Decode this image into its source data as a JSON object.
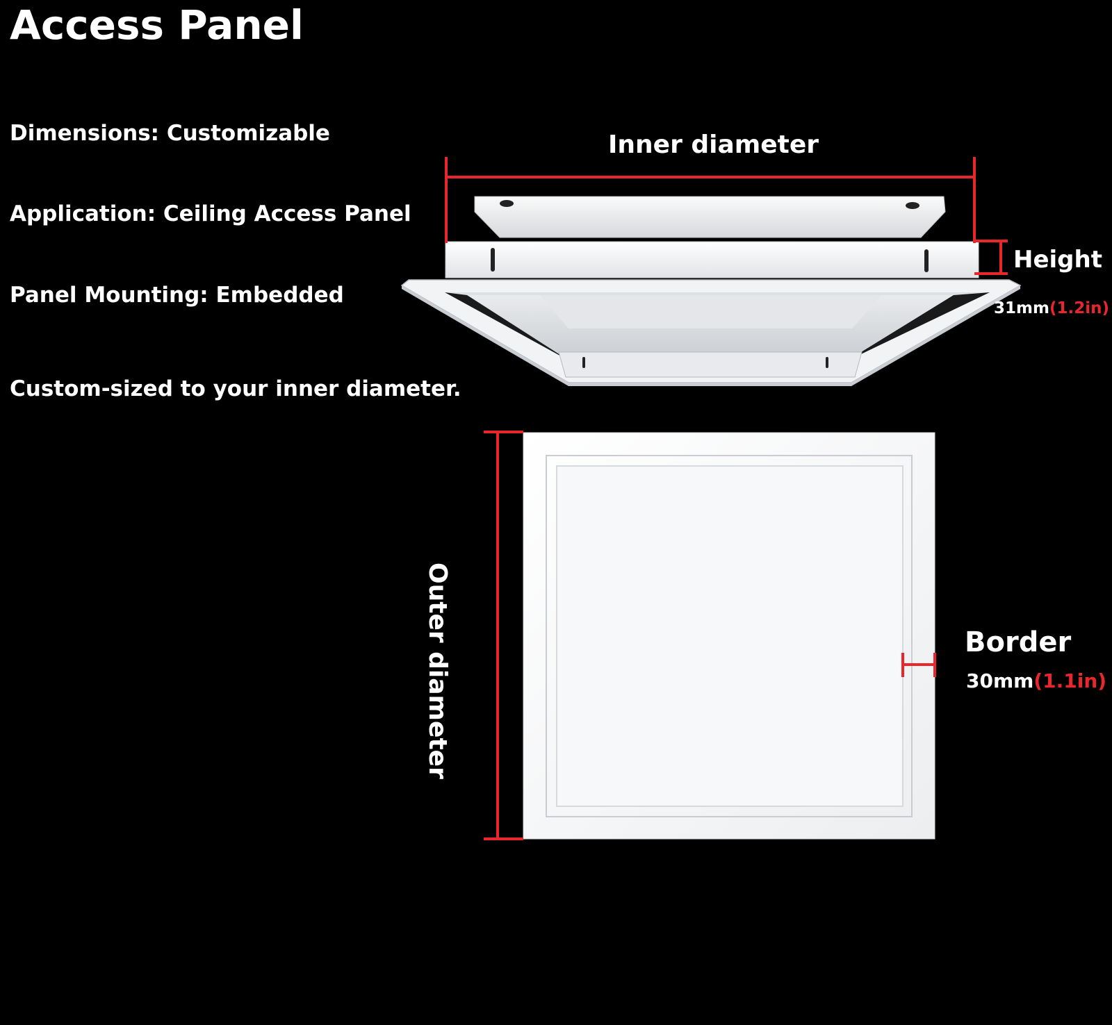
{
  "title": "Access Panel",
  "specs": [
    "Dimensions: Customizable",
    "Application: Ceiling Access Panel",
    "Panel Mounting: Embedded",
    "Custom-sized to your inner diameter."
  ],
  "labels": {
    "inner_diameter": "Inner diameter",
    "height": "Height",
    "height_mm": "31mm",
    "height_in": "(1.2in)",
    "outer_diameter": "Outer diameter",
    "border": "Border",
    "border_mm": "30mm",
    "border_in": "(1.1in)"
  },
  "colors": {
    "background": "#000000",
    "text": "#ffffff",
    "dimension_line": "#e8262b",
    "panel": "#f4f5f6"
  }
}
